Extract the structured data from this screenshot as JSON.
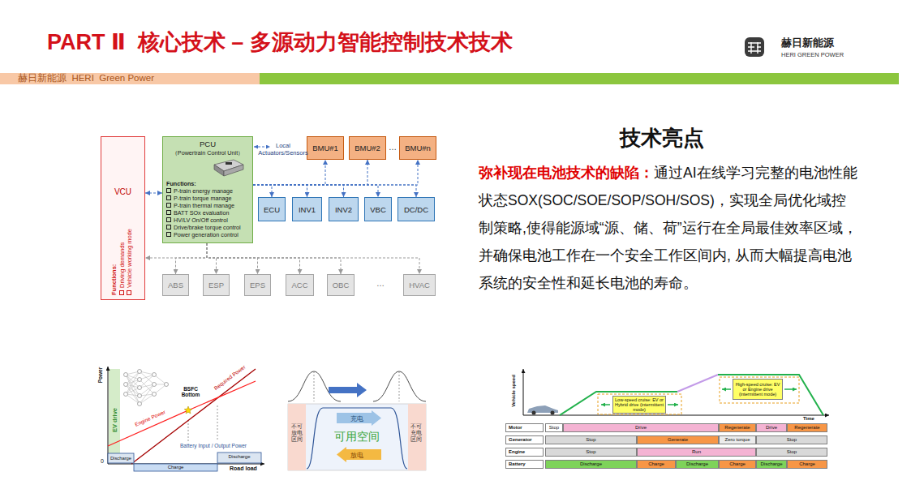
{
  "diagram": {
    "title": "PART Ⅱ  核心技术 – 多源动力智能控制技术技术",
    "nodes": [
      {
        "text": [
          "VCU",
          "Functions:",
          "Driving demands",
          "Vehicle working mode"
        ]
      },
      {
        "text": [
          "PCU",
          "（Powertrain Control Unit）",
          "Functions:",
          "P-train energy manage",
          "P-train torque manage",
          "P-train thermal manage",
          "BATT SOx evaluation",
          "HV/LV On/Off control",
          "Drive/brake torque control",
          "Power generation control"
        ]
      },
      {
        "text": [
          "BMU#1"
        ]
      },
      {
        "text": [
          "BMU#2"
        ]
      },
      {
        "text": [
          "BMU#n"
        ]
      },
      {
        "text": [
          "ECU"
        ]
      },
      {
        "text": [
          "INV1"
        ]
      },
      {
        "text": [
          "INV2"
        ]
      },
      {
        "text": [
          "VBC"
        ]
      },
      {
        "text": [
          "DC/DC"
        ]
      },
      {
        "text": [
          "ABS"
        ]
      },
      {
        "text": [
          "ESP"
        ]
      },
      {
        "text": [
          "EPS"
        ]
      },
      {
        "text": [
          "ACC"
        ]
      },
      {
        "text": [
          "OBC"
        ]
      },
      {
        "text": [
          "HVAC"
        ]
      }
    ],
    "edges": [
      {
        "from": 0,
        "to": 1,
        "arrow": "both"
      },
      {
        "from": 1,
        "to": 0,
        "arrow": "to"
      },
      {
        "from": 1,
        "to": 2,
        "arrow": "to"
      },
      {
        "from": 1,
        "to": 3,
        "arrow": "to"
      },
      {
        "from": 1,
        "to": 4,
        "arrow": "to"
      },
      {
        "from": 1,
        "to": 5,
        "arrow": "to"
      },
      {
        "from": 1,
        "to": 6,
        "arrow": "to"
      },
      {
        "from": 1,
        "to": 7,
        "arrow": "to"
      },
      {
        "from": 1,
        "to": 8,
        "arrow": "to"
      },
      {
        "from": 1,
        "to": 9,
        "arrow": "to"
      },
      {
        "from": 1,
        "to": 10,
        "arrow": "to"
      },
      {
        "from": 1,
        "to": 11,
        "arrow": "to"
      },
      {
        "from": 1,
        "to": 12,
        "arrow": "to"
      },
      {
        "from": 1,
        "to": 13,
        "arrow": "to"
      },
      {
        "from": 1,
        "to": 14,
        "arrow": "to"
      },
      {
        "from": 1,
        "to": 15,
        "arrow": "to"
      }
    ],
    "labels": [
      "赫日新能源",
      "HERI GREEN POWER",
      "赫日新能源  HERI  Green Power",
      "Local Actuators/Sensors",
      "…",
      "…",
      "技术亮点",
      "弥补现在电池技术的缺陷：",
      "通过AI在线学习完整的电池性能状态SOX(SOC/SOE/SOP/SOH/SOS)，实现全局优化域控制策略,使得能源域“源、储、荷”运行在全局最佳效率区域，并确保电池工作在一个安全工作区间内, 从而大幅提高电池系统的安全性和延长电池的寿命。",
      "Power",
      "Required Power",
      "BSFC Bottom",
      "Engine Power",
      "EV drive",
      "Battery Input / Output Power",
      "Discharge",
      "Charge",
      "Discharge",
      "0",
      "Road load",
      "充电",
      "可用空间",
      "放电",
      "不可放电区间",
      "不可充电区间",
      "Vehicle speed",
      "Low-speed cruise: EV or Hybrid drive (intermittent mode)",
      "High-speed cruise: EV or Engine drive (intermittent mode)",
      "Time",
      "Motor",
      "Stop",
      "Drive",
      "Regenerate",
      "Drive",
      "Regenerate",
      "Generator",
      "Stop",
      "Generate",
      "Zero torque",
      "Stop",
      "Engine",
      "Stop",
      "Run",
      "Stop",
      "Battery",
      "Discharge",
      "Charge",
      "Discharge",
      "Charge",
      "Discharge",
      "Charge"
    ]
  }
}
